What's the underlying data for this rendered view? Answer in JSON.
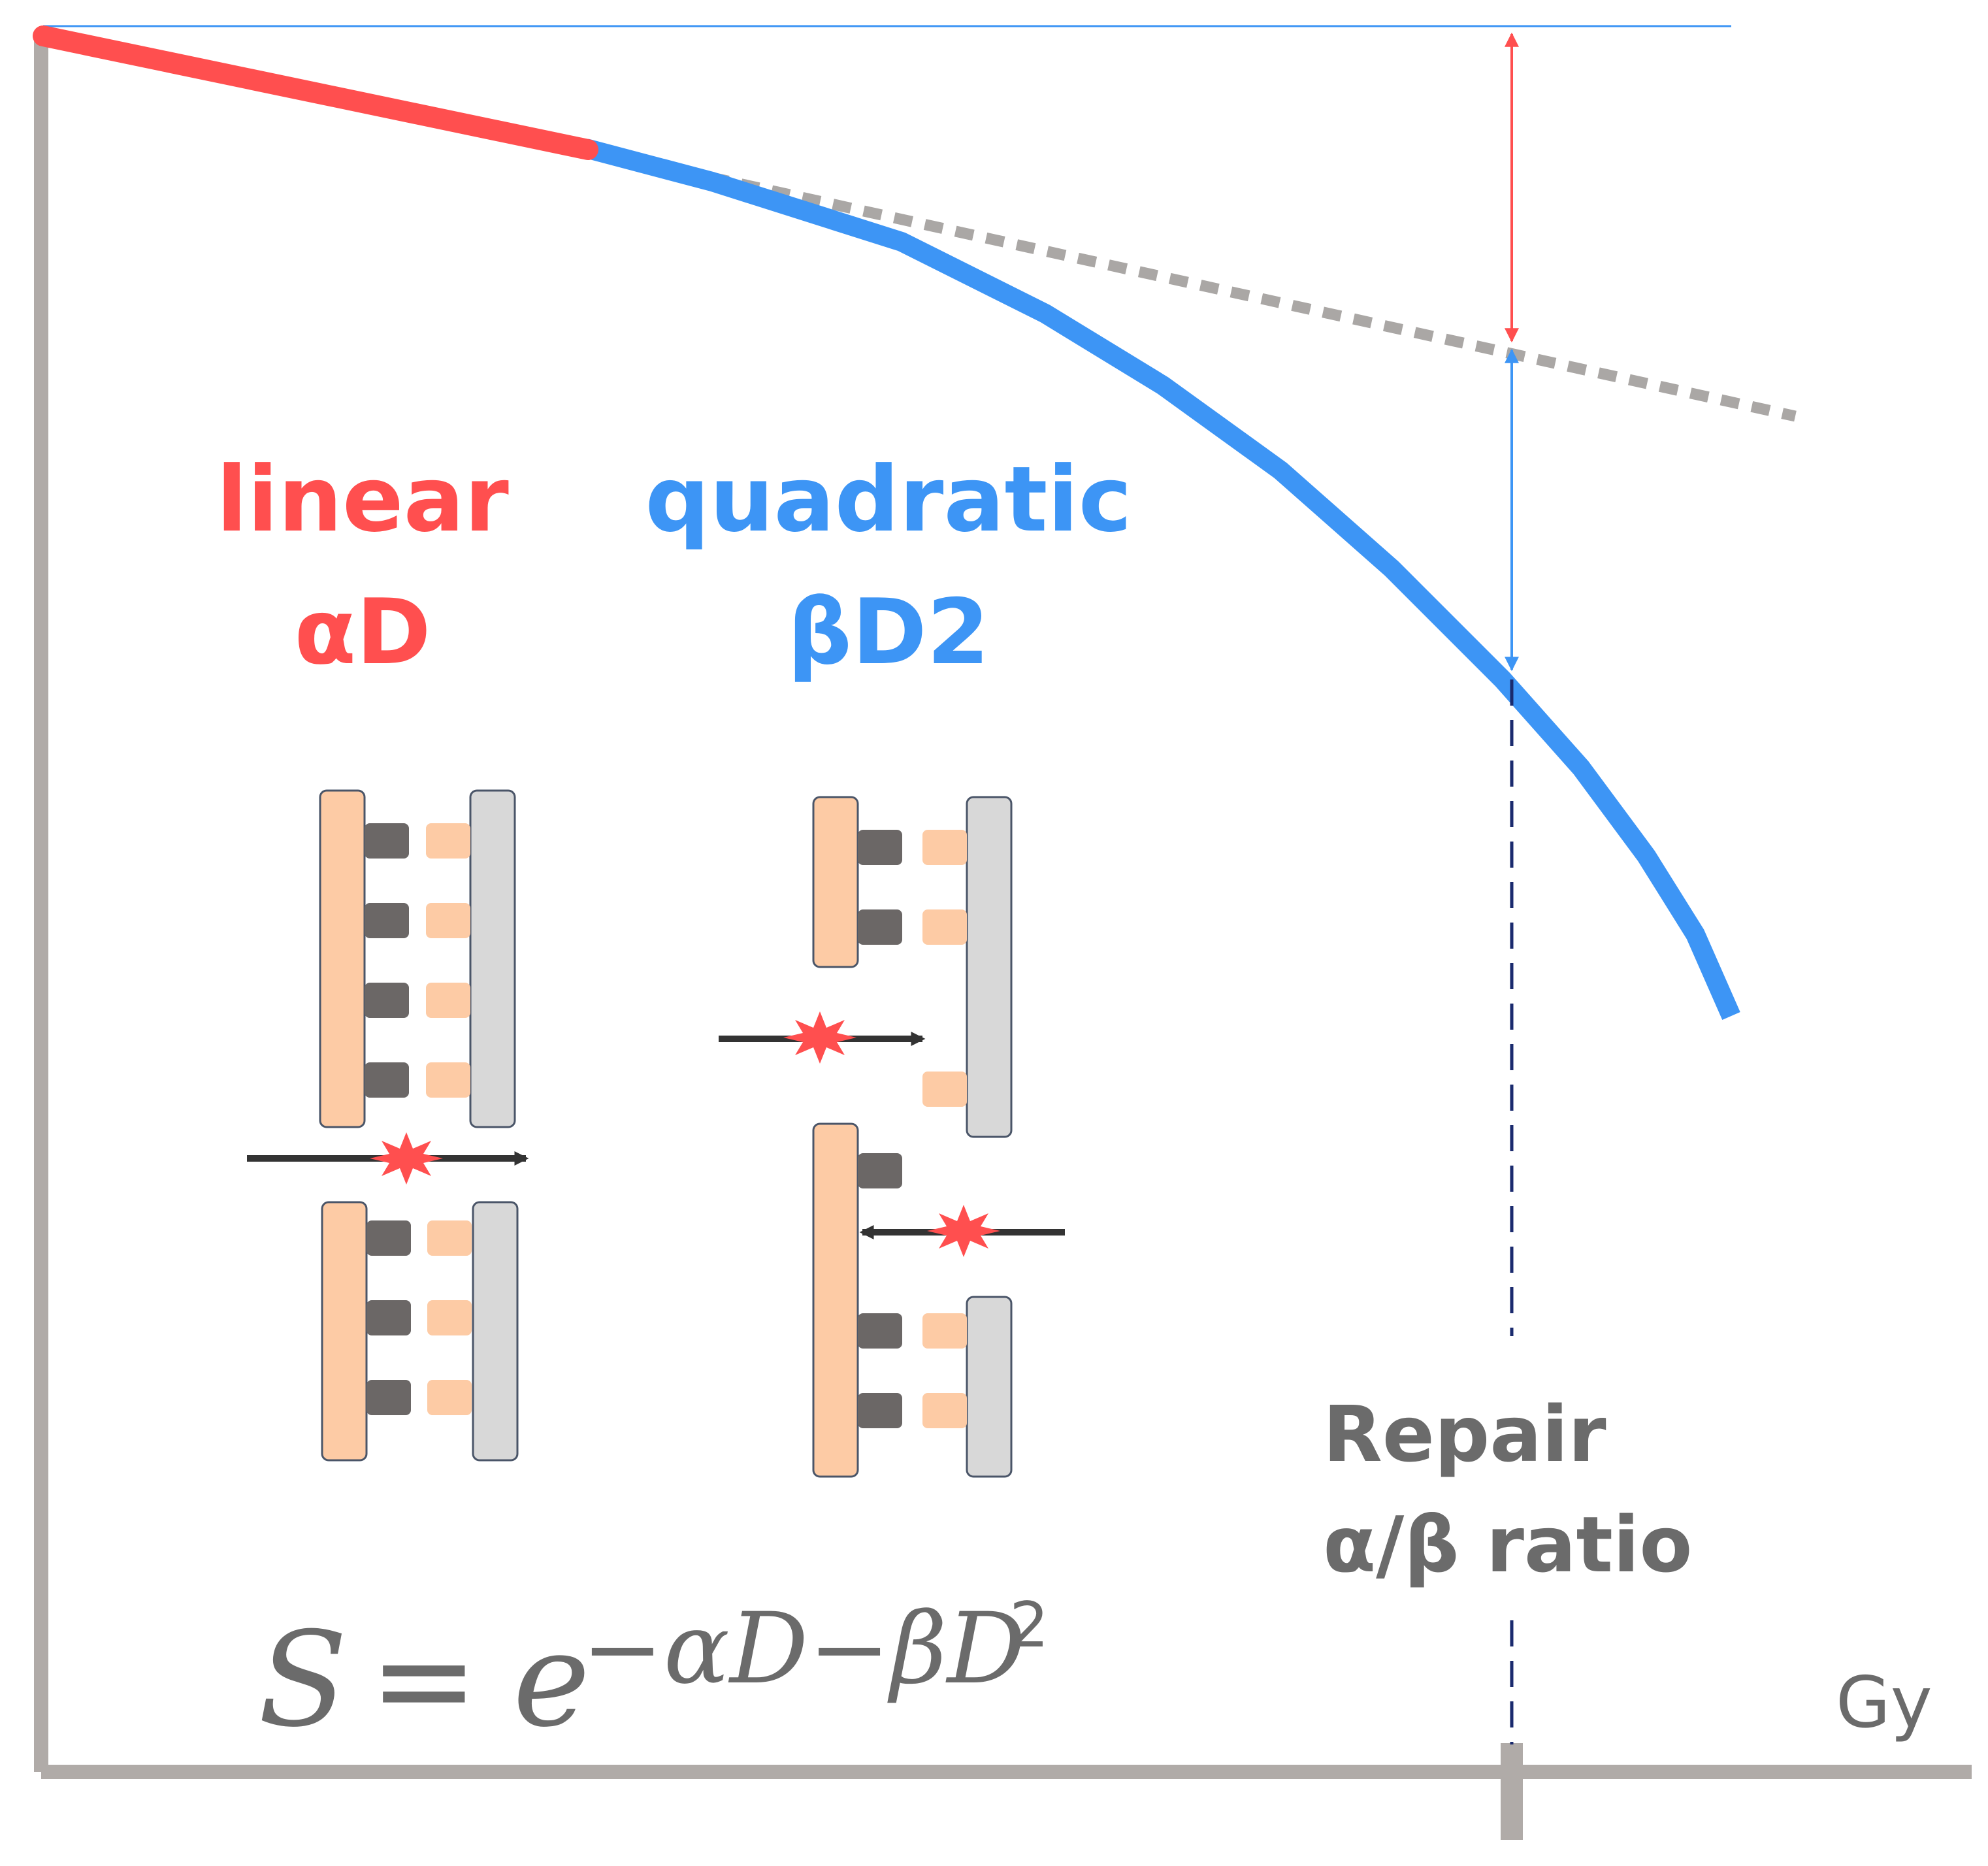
{
  "labels": {
    "linear": "linear",
    "linear_term": "αD",
    "quadratic": "quadratic",
    "quadratic_term": "βD2",
    "repair": "Repair",
    "ratio": "α/β ratio",
    "unit": "Gy"
  },
  "equation": {
    "lhs": "S",
    "equals": "=",
    "base": "e",
    "exponent": "−αD−βD",
    "exponent_power": "2"
  },
  "colors": {
    "linear": "#ff4f4f",
    "quadratic": "#3d95f5",
    "axis": "#b0aba8",
    "tangent": "#aaa7a5",
    "label_gray": "#6b6b6b",
    "dashed_marker": "#1a2a6e",
    "strand_orange": "#fdcba5",
    "strand_gray": "#d8d8d8",
    "base_dark": "#6b6766",
    "base_light": "#fdcba5",
    "track_arrow": "#333333",
    "hit_burst": "#ff4f4f"
  }
}
